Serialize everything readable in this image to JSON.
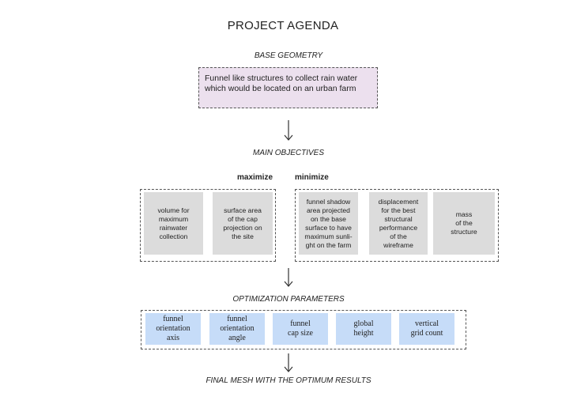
{
  "title": "PROJECT AGENDA",
  "base_geometry": {
    "heading": "BASE GEOMETRY",
    "text": "Funnel like structures to collect rain water\nwhich would be located on an urban farm"
  },
  "main_objectives": {
    "heading": "MAIN OBJECTIVES",
    "maximize_label": "maximize",
    "minimize_label": "minimize",
    "maximize": [
      "volume for\nmaximum\nrainwater\ncollection",
      "surface area\nof the cap\nprojection on\nthe site"
    ],
    "minimize": [
      "funnel shadow\narea projected\non the base\nsurface to have\nmaximum sunli-\nght on the farm",
      "displacement\nfor the best\nstructural\nperformance\nof the\nwireframe",
      "mass\nof the\nstructure"
    ]
  },
  "optimization_parameters": {
    "heading": "OPTIMIZATION PARAMETERS",
    "items": [
      "funnel\norientation\naxis",
      "funnel\norientation\nangle",
      "funnel\ncap size",
      "global\nheight",
      "vertical\ngrid count"
    ]
  },
  "final": {
    "heading": "FINAL MESH WITH THE OPTIMUM RESULTS"
  },
  "colors": {
    "base_fill": "#ece0ee",
    "objective_fill": "#dcdcdc",
    "parameter_fill": "#c6dcf8"
  }
}
